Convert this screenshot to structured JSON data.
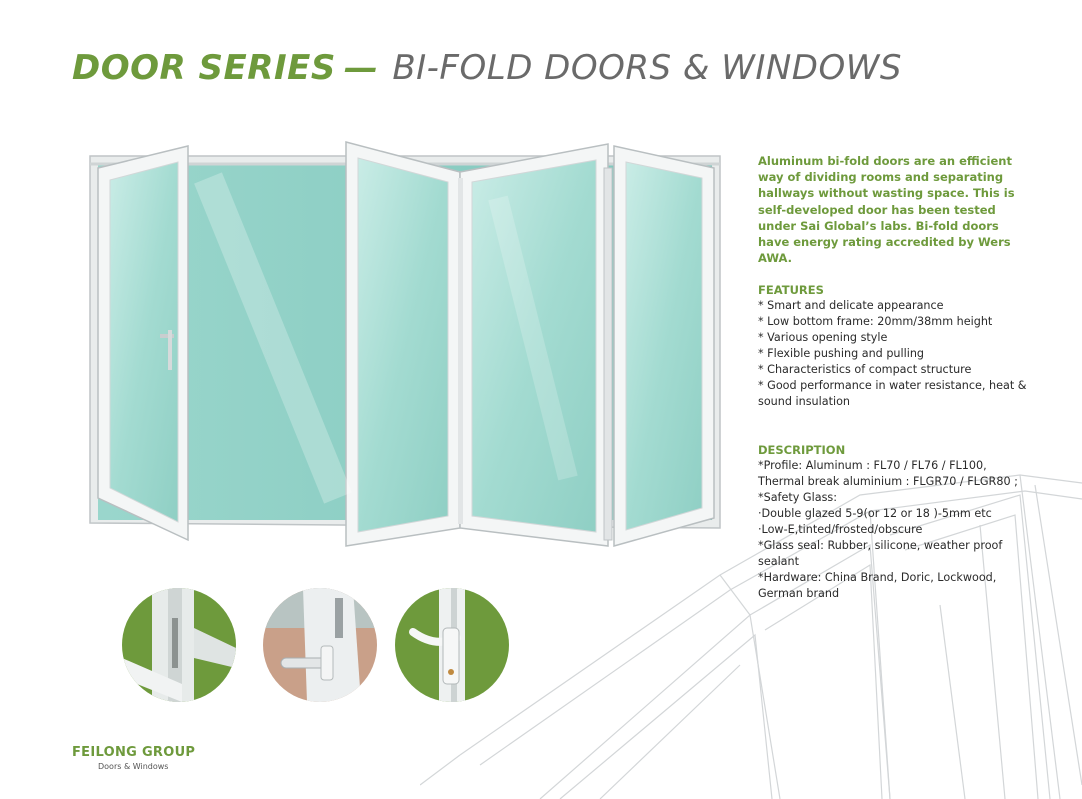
{
  "header": {
    "title_strong": "DOOR SERIES",
    "title_dash": "—",
    "title_light": "BI-FOLD DOORS & WINDOWS"
  },
  "intro": {
    "text": "Aluminum bi-fold doors are an efficient way of dividing rooms and separating hallways without wasting space. This is self-developed door has been tested under Sai Global’s labs. Bi-fold doors have energy rating accredited by Wers AWA."
  },
  "features": {
    "heading": "FEATURES",
    "items": [
      "* Smart and delicate appearance",
      "* Low bottom frame: 20mm/38mm height",
      "* Various opening style",
      "* Flexible pushing and pulling",
      "* Characteristics of compact structure",
      "* Good performance in water resistance, heat & sound insulation"
    ]
  },
  "description": {
    "heading": "DESCRIPTION",
    "items": [
      "*Profile: Aluminum : FL70 / FL76 / FL100, Thermal break aluminium : FLGR70 / FLGR80 ;",
      "*Safety Glass:",
      "·Double glazed 5-9(or 12 or 18 )-5mm etc",
      "·Low-E,tinted/frosted/obscure",
      "*Glass seal: Rubber, silicone, weather proof sealant",
      "*Hardware: China Brand, Doric, Lockwood, German brand"
    ]
  },
  "brand": {
    "name": "FEILONG GROUP",
    "tagline": "Doors & Windows"
  },
  "colors": {
    "accent_green": "#6e9a3c",
    "glass": "#a9dcd4",
    "frame": "#f2f4f4"
  }
}
